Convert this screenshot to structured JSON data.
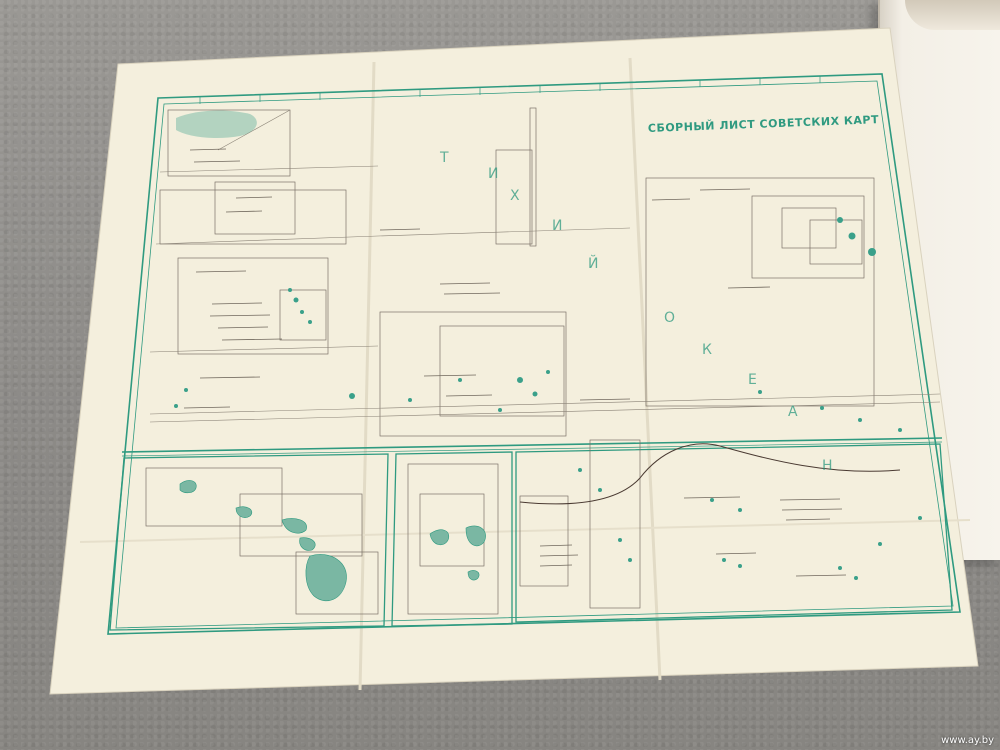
{
  "map": {
    "title": "СБОРНЫЙ ЛИСТ СОВЕТСКИХ КАРТ",
    "ocean_letters": [
      "Т",
      "И",
      "Х",
      "И",
      "Й",
      "О",
      "К",
      "Е",
      "А",
      "Н"
    ]
  },
  "colors": {
    "map_green": "#2f9a80",
    "paper": "#f4efdd",
    "background": "#8f8d8a"
  },
  "watermark": "www.ay.by"
}
